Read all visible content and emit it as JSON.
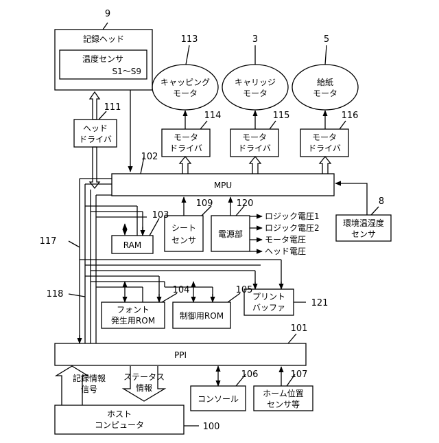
{
  "blocks": {
    "head": {
      "ref": "9",
      "title": "記録ヘッド"
    },
    "temp_sensor": {
      "line1": "温度センサ",
      "line2": "S1～S9"
    },
    "head_driver": {
      "ref": "111",
      "line1": "ヘッド",
      "line2": "ドライバ"
    },
    "mpu": {
      "ref": "102",
      "label": "MPU"
    },
    "motor_cap": {
      "ref": "113",
      "line1": "キャッピング",
      "line2": "モータ"
    },
    "motor_car": {
      "ref": "3",
      "line1": "キャリッジ",
      "line2": "モータ"
    },
    "motor_feed": {
      "ref": "5",
      "line1": "給紙",
      "line2": "モータ"
    },
    "driver_cap": {
      "ref": "114",
      "line1": "モータ",
      "line2": "ドライバ"
    },
    "driver_car": {
      "ref": "115",
      "line1": "モータ",
      "line2": "ドライバ"
    },
    "driver_feed": {
      "ref": "116",
      "line1": "モータ",
      "line2": "ドライバ"
    },
    "ram": {
      "ref": "103",
      "label": "RAM"
    },
    "sheet_sensor": {
      "ref": "109",
      "line1": "シート",
      "line2": "センサ"
    },
    "power": {
      "ref": "120",
      "label": "電源部"
    },
    "env_sensor": {
      "ref": "8",
      "line1": "環境温湿度",
      "line2": "センサ"
    },
    "font_rom": {
      "ref": "104",
      "line1": "フォント",
      "line2": "発生用ROM"
    },
    "ctrl_rom": {
      "ref": "105",
      "label": "制御用ROM"
    },
    "print_buffer": {
      "ref": "121",
      "line1": "プリント",
      "line2": "バッファ"
    },
    "ppi": {
      "ref": "101",
      "label": "PPI"
    },
    "console": {
      "ref": "106",
      "label": "コンソール"
    },
    "home_sensor": {
      "ref": "107",
      "line1": "ホーム位置",
      "line2": "センサ等"
    },
    "host": {
      "ref": "100",
      "line1": "ホスト",
      "line2": "コンピュータ"
    }
  },
  "power_outputs": [
    "ロジック電圧1",
    "ロジック電圧2",
    "モータ電圧",
    "ヘッド電圧"
  ],
  "bus_refs": {
    "bus_a": "117",
    "bus_b": "118"
  },
  "host_arrows": {
    "up": {
      "line1": "記録情報",
      "line2": "信号"
    },
    "down": {
      "line1": "ステータス",
      "line2": "情報"
    }
  }
}
